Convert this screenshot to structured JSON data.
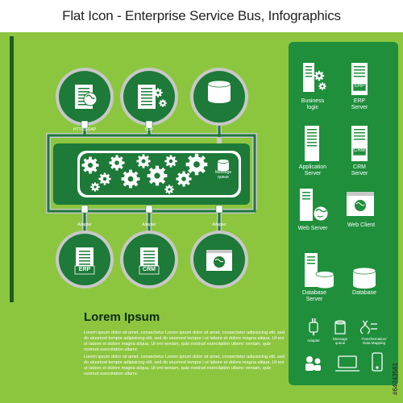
{
  "title": "Flat Icon - Enterprise Service Bus, Infographics",
  "colors": {
    "background": "#8cc63f",
    "dark_green": "#1d7a38",
    "panel_green": "#1f8f3c",
    "gray": "#c8c8c8",
    "white": "#ffffff"
  },
  "diagram": {
    "connectors": {
      "http_soap": "HTTP/SOAP",
      "iiop": "IIOP"
    },
    "adapters": [
      "Adapter",
      "Adapter",
      "Adapter"
    ],
    "message_queue": "Message\nqueue",
    "bottom_nodes": [
      "ERP",
      "CRM"
    ]
  },
  "panel": {
    "business_logic": "Business\nlogic",
    "erp_server": "ERP\nServer",
    "erp_icon_label": "ERP",
    "application_server": "Application\nServer",
    "crm_server": "CRM\nServer",
    "crm_icon_label": "CRM",
    "web_server": "Web Server",
    "web_client": "Web Client",
    "database_server": "Database\nServer",
    "database": "Database",
    "adapter": "Adapter",
    "message_queue": "Message\nqueue",
    "transformation": "Transformation/\nData Mapping"
  },
  "heading": "Lorem Ipsum",
  "paragraphs": [
    "Lorem ipsum dolor sit amet, consectetur Lorem ipsum dolor sit amet, consectetur adipisicing elit, sed do eiusmod tempor adipisicing elit, sed do eiusmod tempor i ut labore et dolore magna aliqua. Ut eni ut labore et dolore magna aliqua. Ut eni veniam, quis nostrud exercitation ullamc veniam, quis nostrud exercitation ullamc",
    "Lorem ipsum dolor sit amet, consectetur Lorem ipsum dolor sit amet, consectetur adipisicing elit, sed do eiusmod tempor adipisicing elit, sed do eiusmod tempor i ut labore et dolore magna aliqua. Ut eni ut labore et dolore magna aliqua. Ut eni veniam, quis nostrud exercitation ullamc veniam, quis nostrud exercitation ullamc"
  ],
  "stock_id": "#64243561"
}
